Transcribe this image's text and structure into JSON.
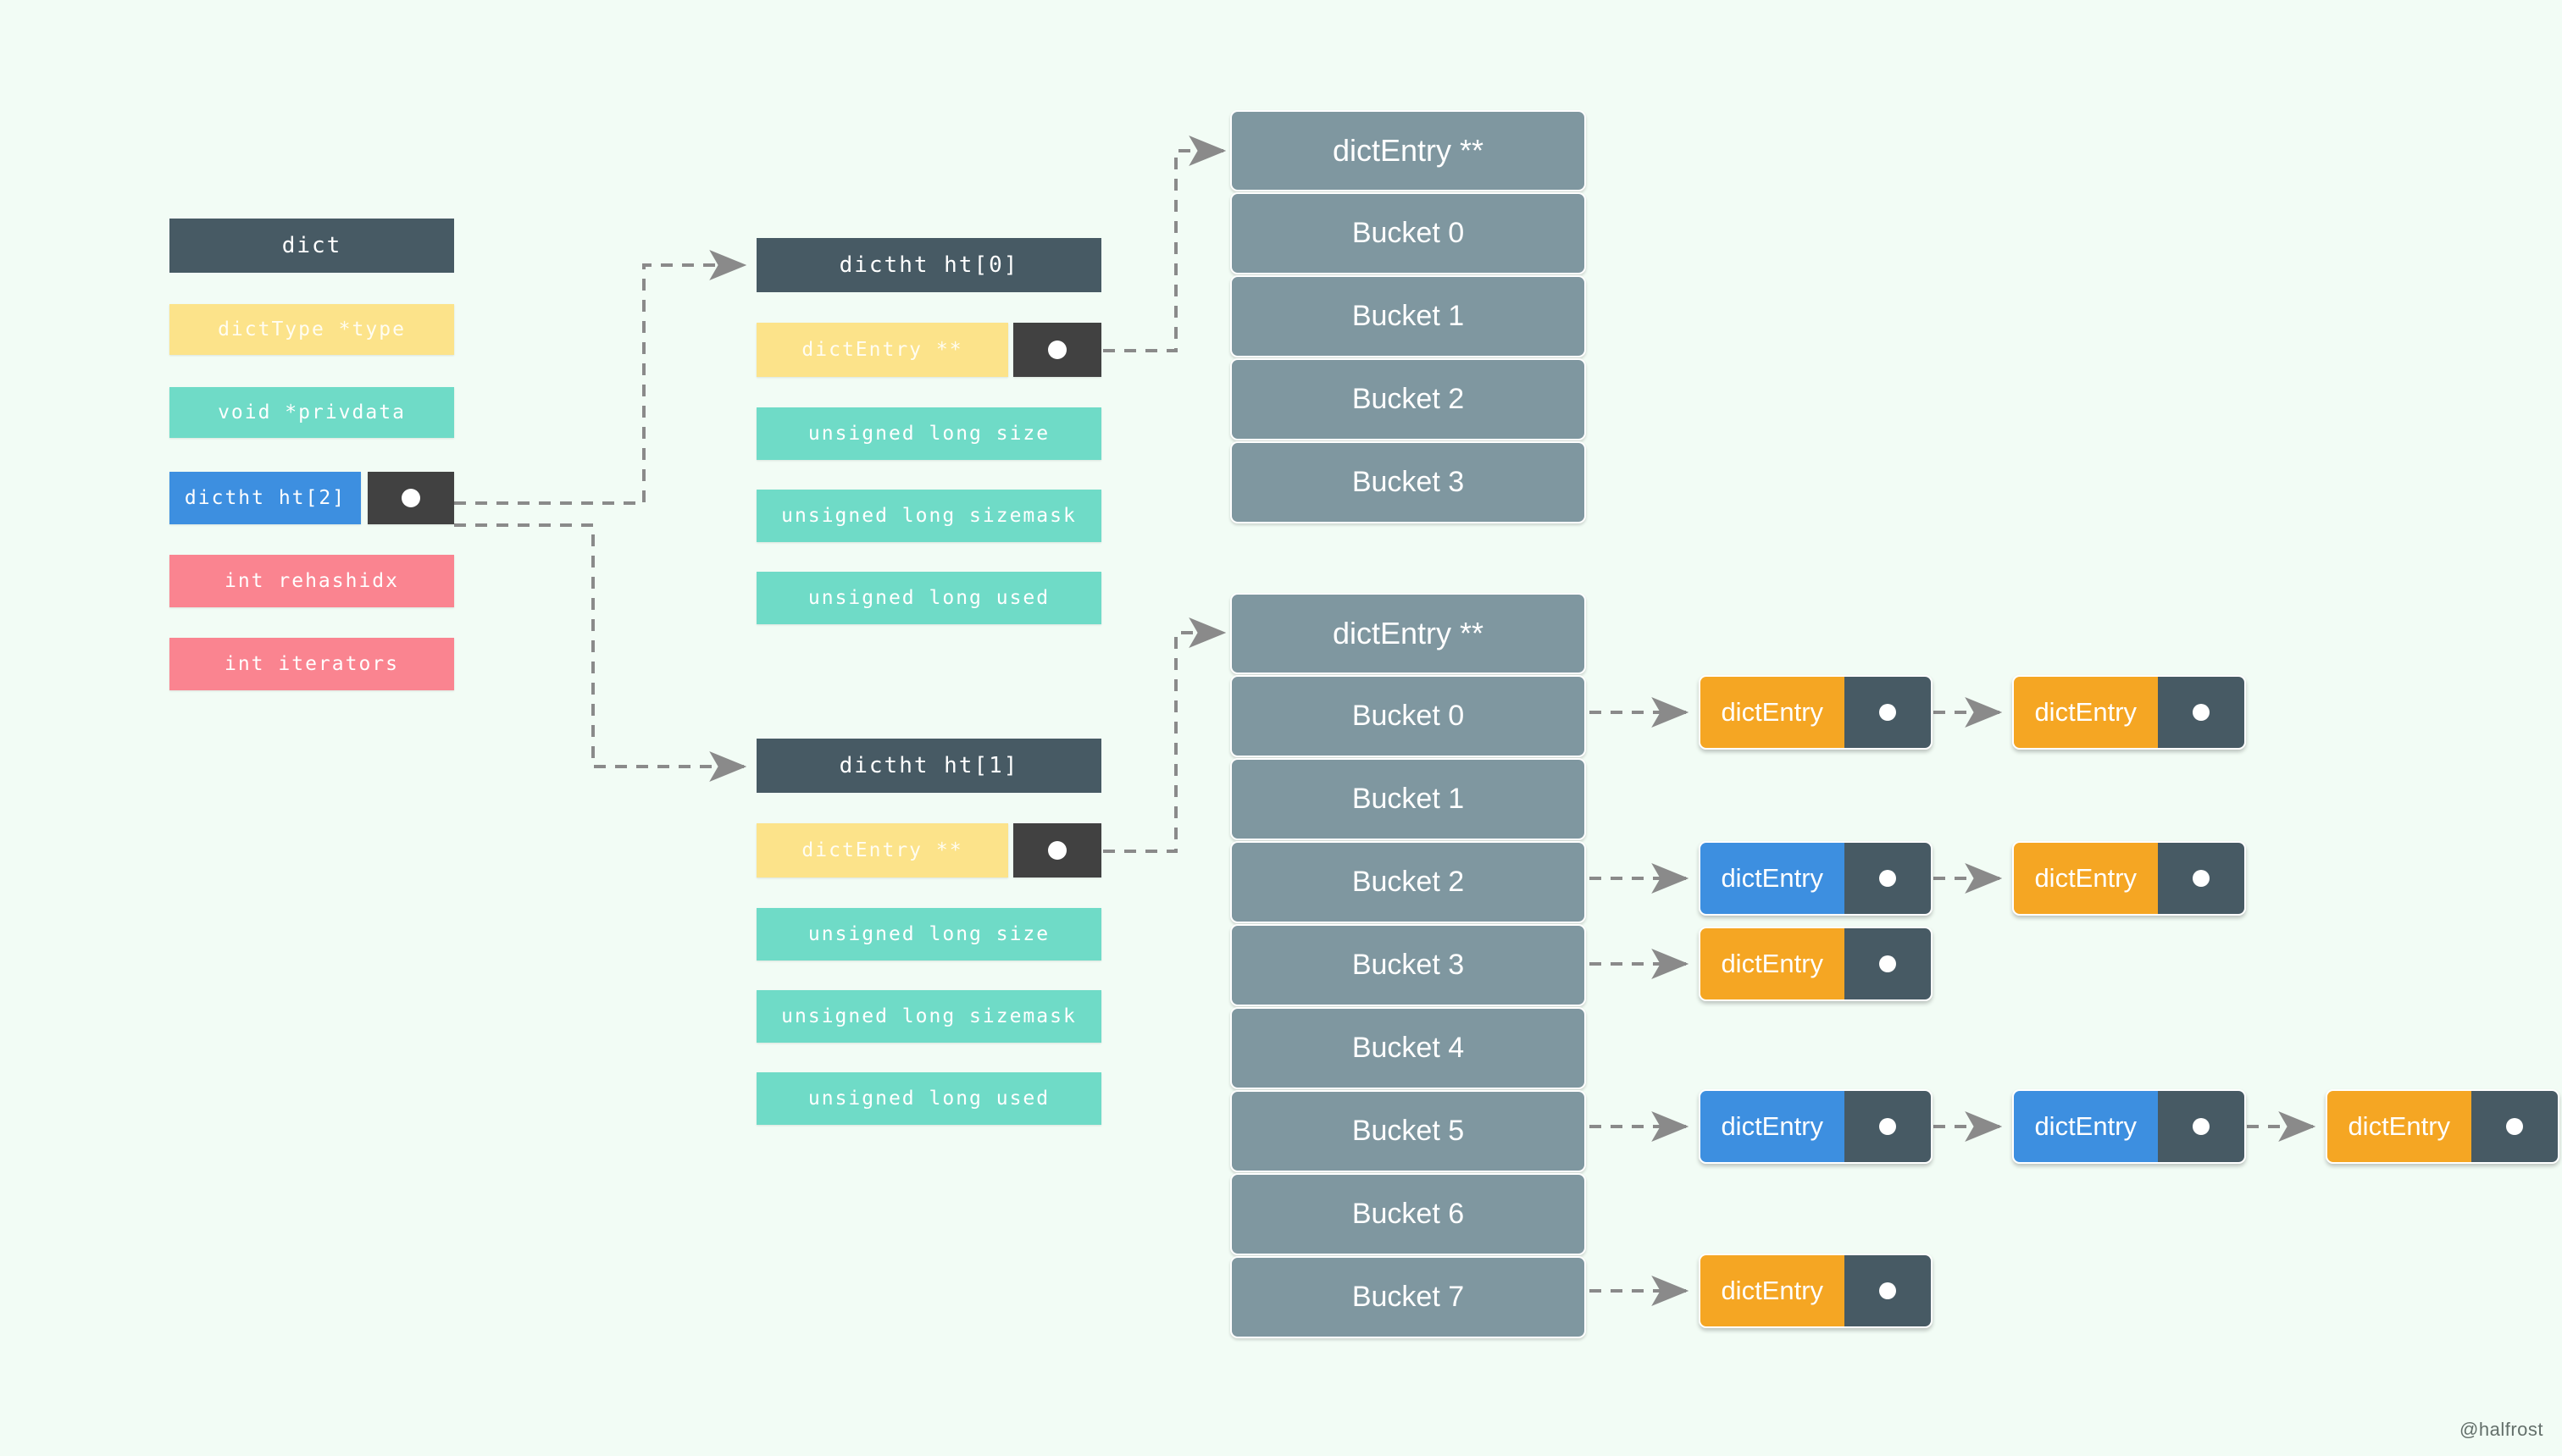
{
  "background_color": "#f2fcf5",
  "watermark": "@halfrost",
  "palette": {
    "header_dark": "#475a64",
    "yellow": "#fce38a",
    "teal": "#6fdbc7",
    "blue": "#3d8fe0",
    "pink": "#fa8490",
    "pointer_dark": "#414141",
    "bucket_gray": "#7f97a0",
    "entry_orange": "#f5a623",
    "entry_blue": "#3d8fe0",
    "entry_slot": "#475a64",
    "wire_gray": "#8a8a8a"
  },
  "dict_struct": {
    "title": "dict",
    "fields": [
      {
        "label": "dictType *type",
        "color": "yellow",
        "has_pointer": false
      },
      {
        "label": "void *privdata",
        "color": "teal",
        "has_pointer": false
      },
      {
        "label": "dictht ht[2]",
        "color": "blue",
        "has_pointer": true
      },
      {
        "label": "int rehashidx",
        "color": "pink",
        "has_pointer": false
      },
      {
        "label": "int iterators",
        "color": "pink",
        "has_pointer": false
      }
    ]
  },
  "dictht_tables": [
    {
      "title": "dictht ht[0]",
      "fields": [
        {
          "label": "dictEntry **",
          "color": "yellow",
          "has_pointer": true
        },
        {
          "label": "unsigned long size",
          "color": "teal",
          "has_pointer": false
        },
        {
          "label": "unsigned long sizemask",
          "color": "teal",
          "has_pointer": false
        },
        {
          "label": "unsigned long used",
          "color": "teal",
          "has_pointer": false
        }
      ]
    },
    {
      "title": "dictht ht[1]",
      "fields": [
        {
          "label": "dictEntry **",
          "color": "yellow",
          "has_pointer": true
        },
        {
          "label": "unsigned long size",
          "color": "teal",
          "has_pointer": false
        },
        {
          "label": "unsigned long sizemask",
          "color": "teal",
          "has_pointer": false
        },
        {
          "label": "unsigned long used",
          "color": "teal",
          "has_pointer": false
        }
      ]
    }
  ],
  "bucket_tables": [
    {
      "header": "dictEntry **",
      "buckets": [
        "Bucket 0",
        "Bucket 1",
        "Bucket 2",
        "Bucket 3"
      ]
    },
    {
      "header": "dictEntry **",
      "buckets": [
        "Bucket 0",
        "Bucket 1",
        "Bucket 2",
        "Bucket 3",
        "Bucket 4",
        "Bucket 5",
        "Bucket 6",
        "Bucket 7"
      ]
    }
  ],
  "entry_label": "dictEntry",
  "entry_chains": [
    {
      "bucket": "Bucket 0",
      "nodes": [
        {
          "label": "dictEntry",
          "color": "orange"
        },
        {
          "label": "dictEntry",
          "color": "orange"
        }
      ]
    },
    {
      "bucket": "Bucket 2",
      "nodes": [
        {
          "label": "dictEntry",
          "color": "blue"
        },
        {
          "label": "dictEntry",
          "color": "orange"
        }
      ]
    },
    {
      "bucket": "Bucket 3",
      "nodes": [
        {
          "label": "dictEntry",
          "color": "orange"
        }
      ]
    },
    {
      "bucket": "Bucket 5",
      "nodes": [
        {
          "label": "dictEntry",
          "color": "blue"
        },
        {
          "label": "dictEntry",
          "color": "blue"
        },
        {
          "label": "dictEntry",
          "color": "orange"
        }
      ]
    },
    {
      "bucket": "Bucket 7",
      "nodes": [
        {
          "label": "dictEntry",
          "color": "orange"
        }
      ]
    }
  ]
}
